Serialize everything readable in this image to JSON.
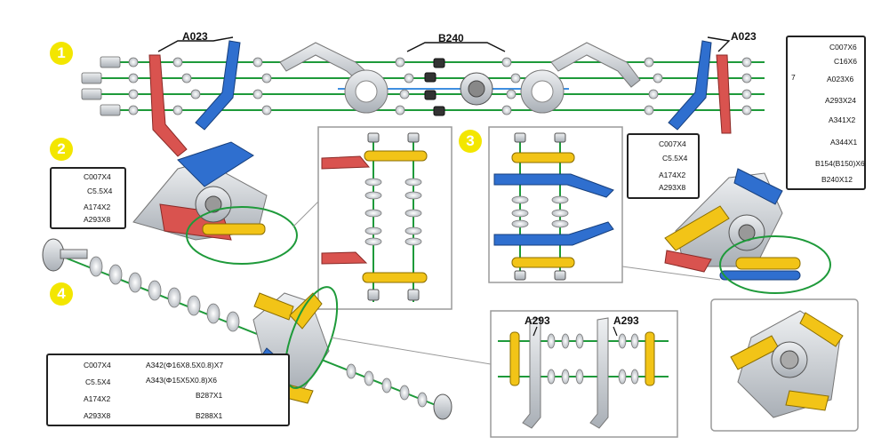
{
  "steps": {
    "s1": "1",
    "s2": "2",
    "s3": "3",
    "s4": "4"
  },
  "callouts": {
    "a023_left": "A023",
    "b240": "B240",
    "a023_right": "A023",
    "a293_left": "A293",
    "a293_right": "A293"
  },
  "parts_step1": [
    "C007X6",
    "C16X6",
    "A023X6",
    "A293X24",
    "A341X2",
    "A344X1",
    "B154(B150)X6",
    "B240X12"
  ],
  "parts_step1_marker": "7",
  "parts_step2": [
    "C007X4",
    "C5.5X4",
    "A174X2",
    "A293X8"
  ],
  "parts_step3": [
    "C007X4",
    "C5.5X4",
    "A174X2",
    "A293X8"
  ],
  "parts_step4_left": [
    "C007X4",
    "C5.5X4",
    "A174X2",
    "A293X8"
  ],
  "parts_step4_right": [
    "A342(Φ16X8.5X0.8)X7",
    "A343(Φ15X5X0.8)X6",
    "B287X1",
    "B288X1"
  ],
  "colors": {
    "step_badge": "#f3e600",
    "rod": "#1e9a3a",
    "red_strip": "#d9534f",
    "blue_strip": "#2f6fcf",
    "yellow_strip": "#f2c417",
    "steel": "#c9cdd2"
  }
}
